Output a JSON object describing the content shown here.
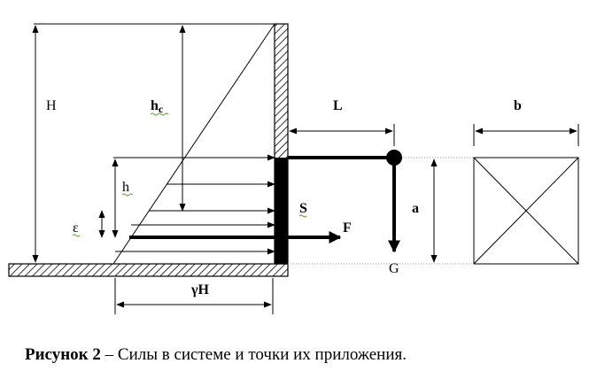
{
  "labels": {
    "H": "H",
    "hc_main": "h",
    "hc_sub": "c",
    "L": "L",
    "b": "b",
    "h": "h",
    "epsilon": "ε",
    "S": "S",
    "F": "F",
    "a": "a",
    "G": "G",
    "gammaH": "γH"
  },
  "caption": {
    "prefix": "Рисунок 2",
    "dash": " – ",
    "text": "Силы в системе и точки их приложения."
  }
}
